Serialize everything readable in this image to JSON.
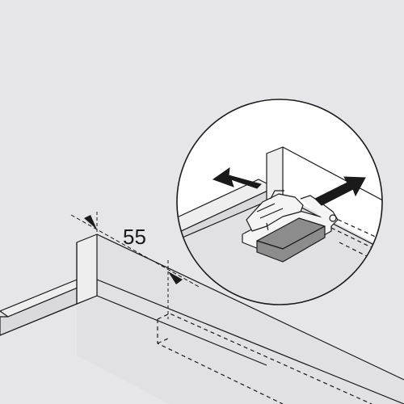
{
  "diagram": {
    "dimension_value": "55",
    "arrow_directions": [
      "left",
      "right"
    ]
  },
  "colors": {
    "background": "#e6e6e8",
    "panel": "#d9d9dc",
    "panel_top": "#eeeeef",
    "outline": "#1a1a1a",
    "component_dark": "#8c8c8c",
    "component_light": "#f4f4f4"
  }
}
